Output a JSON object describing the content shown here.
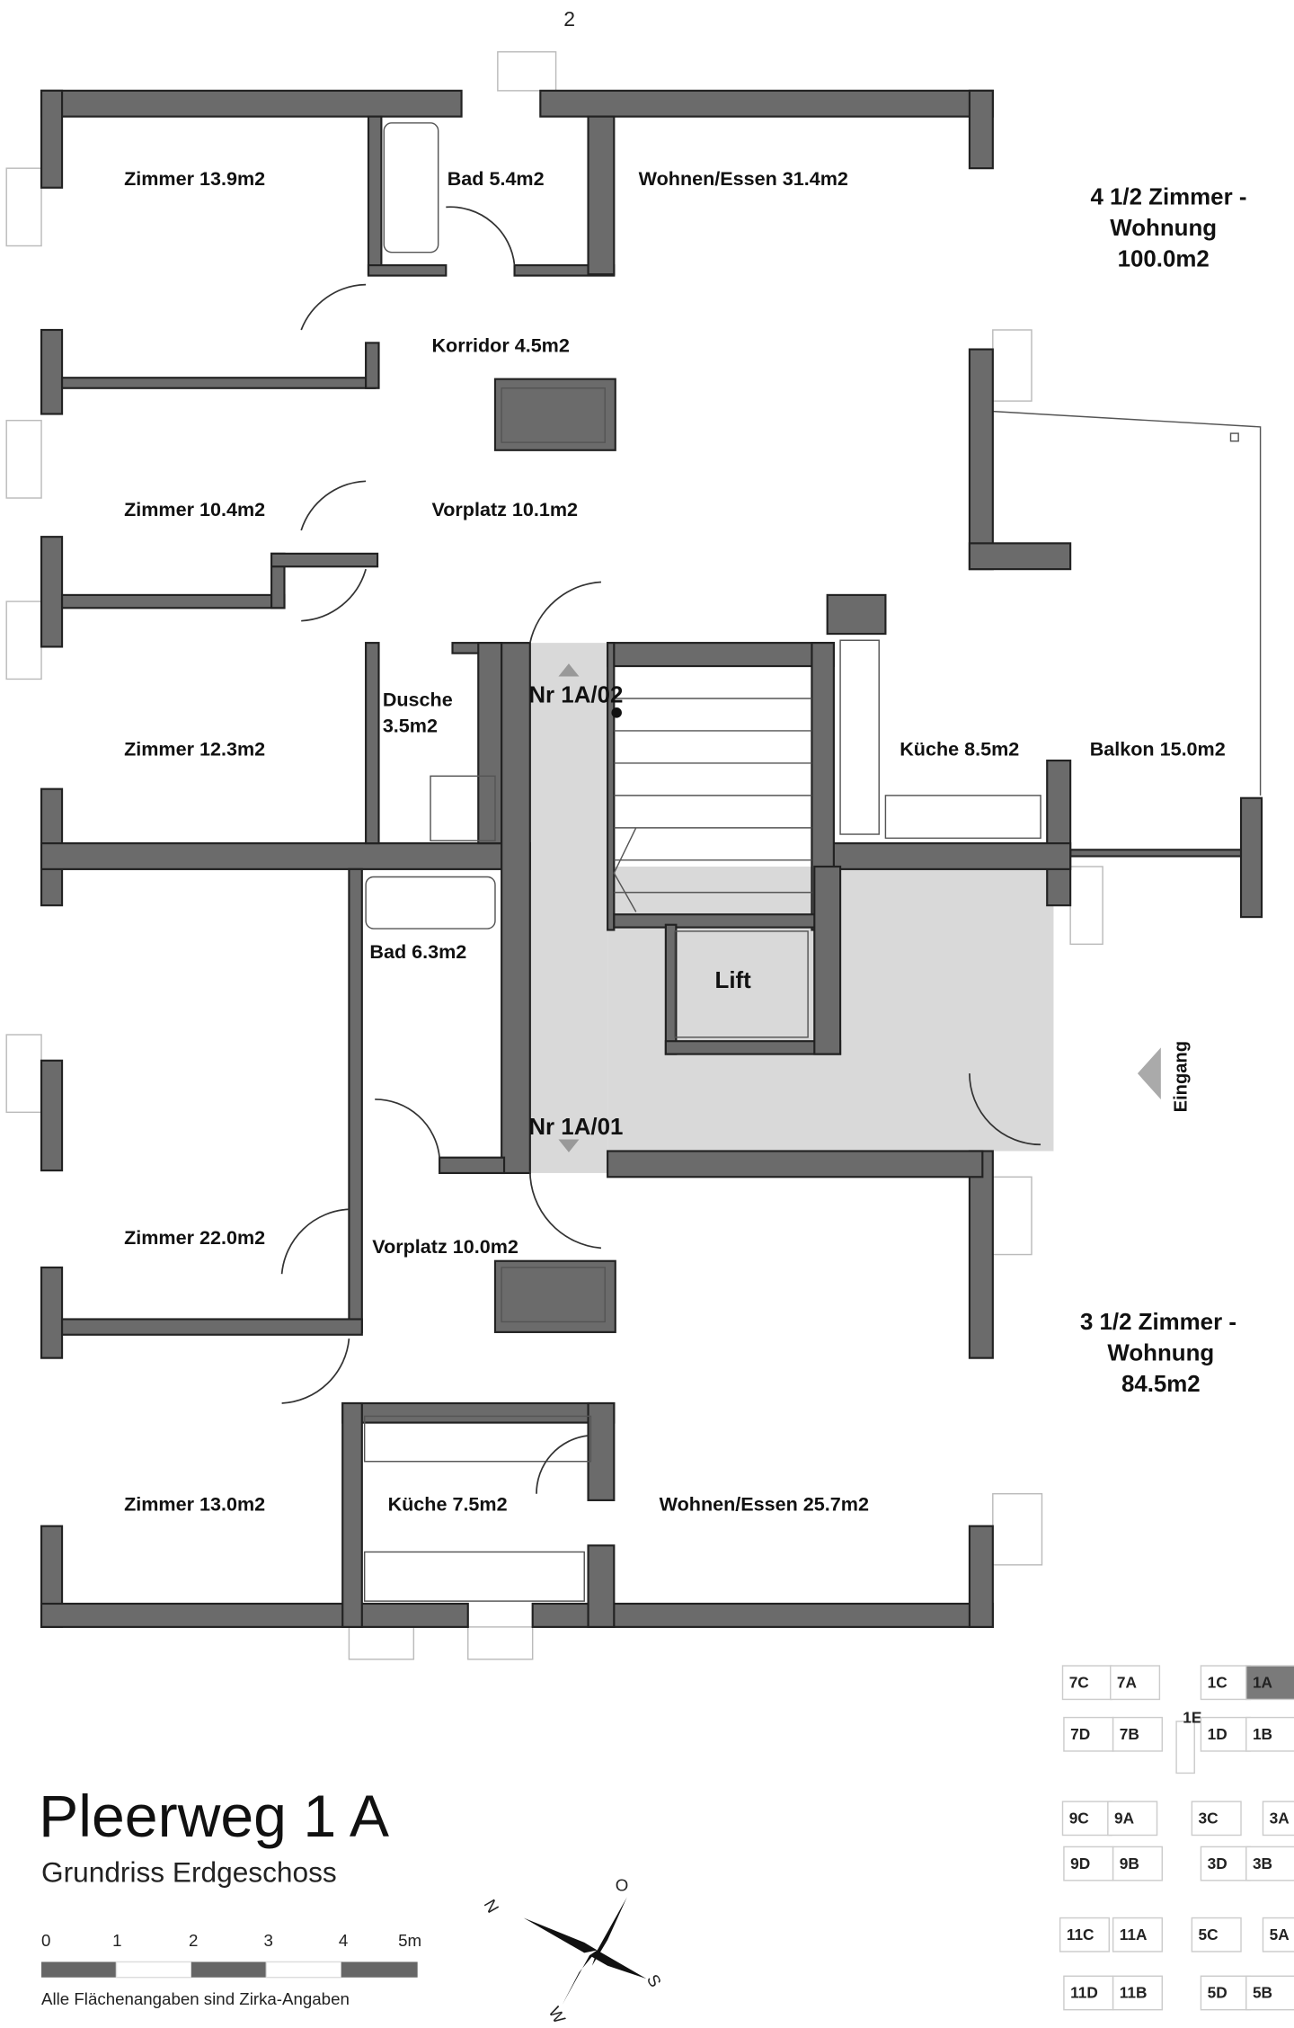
{
  "page_number": "2",
  "apartments": [
    {
      "line1": "4 1/2 Zimmer -",
      "line2": "Wohnung",
      "area": "100.0m2"
    },
    {
      "line1": "3 1/2 Zimmer -",
      "line2": "Wohnung",
      "area": "84.5m2"
    }
  ],
  "rooms": {
    "zimmer_1": "Zimmer 13.9m2",
    "bad_1": "Bad 5.4m2",
    "wohnen_1": "Wohnen/Essen 31.4m2",
    "korridor": "Korridor 4.5m2",
    "zimmer_2": "Zimmer 10.4m2",
    "vorplatz_1": "Vorplatz 10.1m2",
    "zimmer_3": "Zimmer 12.3m2",
    "dusche_1": "Dusche",
    "dusche_2": "3.5m2",
    "kueche_1": "Küche 8.5m2",
    "balkon": "Balkon 15.0m2",
    "bad_2": "Bad 6.3m2",
    "lift": "Lift",
    "zimmer_4": "Zimmer 22.0m2",
    "vorplatz_2": "Vorplatz 10.0m2",
    "zimmer_5": "Zimmer 13.0m2",
    "kueche_2": "Küche 7.5m2",
    "wohnen_2": "Wohnen/Essen 25.7m2"
  },
  "unit_numbers": {
    "upper": "Nr 1A/02",
    "lower": "Nr 1A/01"
  },
  "entrance": "Eingang",
  "title": "Pleerweg 1 A",
  "subtitle": "Grundriss Erdgeschoss",
  "scale_labels": [
    "0",
    "1",
    "2",
    "3",
    "4",
    "5m"
  ],
  "note": "Alle Flächenangaben sind Zirka-Angaben",
  "compass": {
    "n": "N",
    "o": "O",
    "s": "S",
    "w": "W"
  },
  "site_plan": {
    "highlight_color": "#7a7a7a",
    "selected": "1A",
    "buildings": [
      "7C",
      "7A",
      "1C",
      "1A",
      "1E",
      "7D",
      "7B",
      "1D",
      "1B",
      "9C",
      "9A",
      "3C",
      "3A",
      "9D",
      "9B",
      "3D",
      "3B",
      "11C",
      "11A",
      "5C",
      "5A",
      "11D",
      "11B",
      "5D",
      "5B"
    ]
  }
}
